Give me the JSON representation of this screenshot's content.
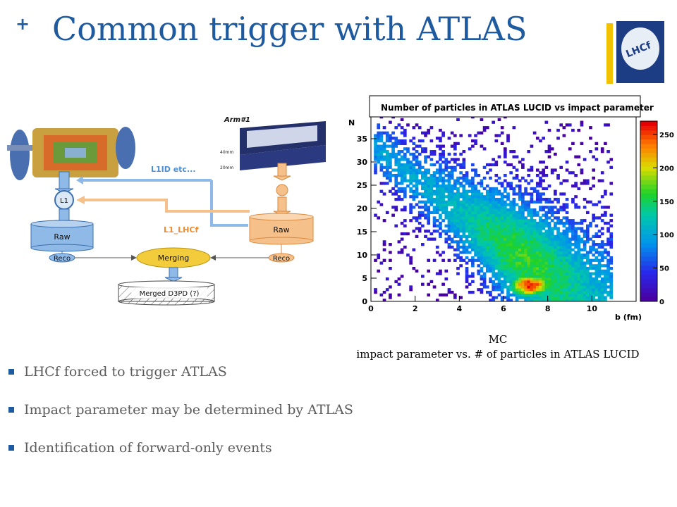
{
  "slide": {
    "plus": "+",
    "title": "Common trigger with ATLAS",
    "logo_text": "LHCf"
  },
  "diagram": {
    "arm_label": "Arm#1",
    "dim_40": "40mm",
    "dim_20": "20mm",
    "l1id_label": "L1ID etc...",
    "l1_lhcf_label": "L1_LHCf",
    "l1_box": "L1",
    "raw_left": "Raw",
    "raw_right": "Raw",
    "reco_left": "Reco",
    "reco_right": "Reco",
    "merging": "Merging",
    "merged": "Merged D3PD (?)"
  },
  "chart_data": {
    "type": "heatmap",
    "title": "Number of particles in ATLAS LUCID vs impact parameter",
    "xlabel": "b (fm)",
    "ylabel": "N",
    "xlim": [
      0,
      12
    ],
    "ylim": [
      0,
      40
    ],
    "x_ticks": [
      "0",
      "2",
      "4",
      "6",
      "8",
      "10"
    ],
    "y_ticks": [
      "0",
      "5",
      "10",
      "15",
      "20",
      "25",
      "30",
      "35"
    ],
    "z_ticks": [
      "0",
      "50",
      "100",
      "150",
      "200",
      "250"
    ],
    "zlim": [
      0,
      270
    ],
    "peak": {
      "b": 7.2,
      "N": 3.5
    }
  },
  "caption": {
    "line1": "MC",
    "line2": "impact parameter vs. # of particles in ATLAS LUCID"
  },
  "bullets": [
    "LHCf forced to trigger ATLAS",
    "Impact parameter may be determined by ATLAS",
    "Identification of forward-only events"
  ]
}
